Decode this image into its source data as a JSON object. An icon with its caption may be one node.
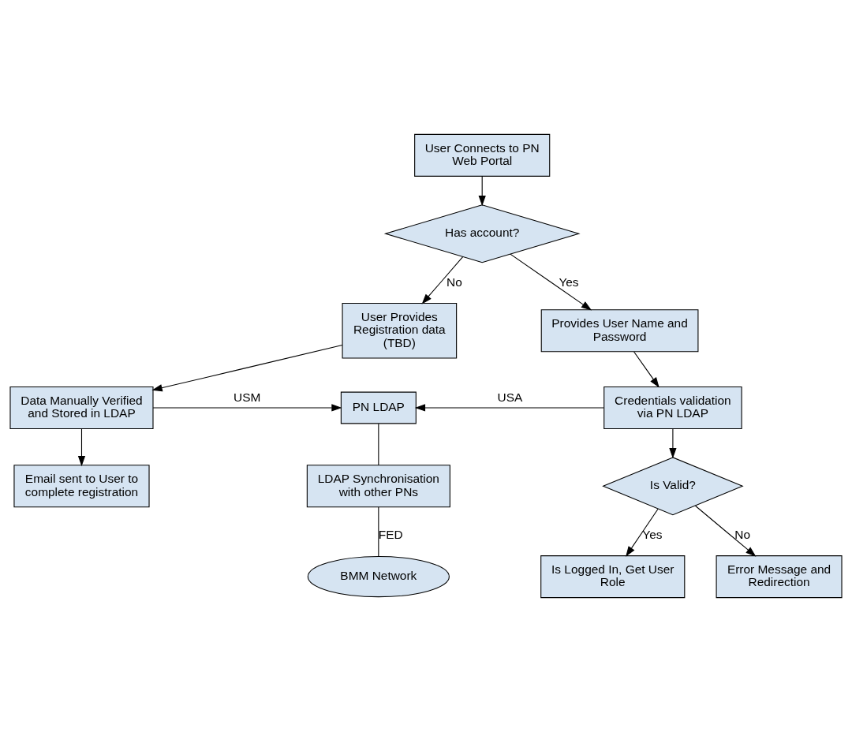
{
  "diagram": {
    "nodes": [
      {
        "text": [
          "User Connects to PN Web Portal"
        ]
      },
      {
        "text": [
          "Has account?"
        ]
      },
      {
        "text": [
          "User Provides Registration data (TBD)"
        ]
      },
      {
        "text": [
          "Provides User Name and Password"
        ]
      },
      {
        "text": [
          "Data Manually Verified and Stored in LDAP"
        ]
      },
      {
        "text": [
          "PN LDAP"
        ]
      },
      {
        "text": [
          "Credentials validation via PN LDAP"
        ]
      },
      {
        "text": [
          "Email sent to User to complete registration"
        ]
      },
      {
        "text": [
          "LDAP Synchronisation with other PNs"
        ]
      },
      {
        "text": [
          "Is Valid?"
        ]
      },
      {
        "text": [
          "BMM Network"
        ]
      },
      {
        "text": [
          "Error Message and Redirection"
        ]
      },
      {
        "text": [
          "Is Logged In, Get User Role"
        ]
      }
    ],
    "edges": [
      {
        "from": 0,
        "to": 1,
        "arrow": "to"
      },
      {
        "from": 1,
        "to": 2,
        "arrow": "to",
        "label": "No"
      },
      {
        "from": 1,
        "to": 3,
        "arrow": "to",
        "label": "Yes"
      },
      {
        "from": 2,
        "to": 4,
        "arrow": "to"
      },
      {
        "from": 3,
        "to": 6,
        "arrow": "to"
      },
      {
        "from": 4,
        "to": 5,
        "arrow": "to",
        "label": "USM"
      },
      {
        "from": 6,
        "to": 5,
        "arrow": "to",
        "label": "USA"
      },
      {
        "from": 4,
        "to": 7,
        "arrow": "to"
      },
      {
        "from": 5,
        "to": 8,
        "arrow": "none"
      },
      {
        "from": 6,
        "to": 9,
        "arrow": "to"
      },
      {
        "from": 9,
        "to": 11,
        "arrow": "to",
        "label": "No"
      },
      {
        "from": 9,
        "to": 12,
        "arrow": "to",
        "label": "Yes"
      },
      {
        "from": 8,
        "to": 10,
        "arrow": "none",
        "label": "FED"
      }
    ]
  }
}
